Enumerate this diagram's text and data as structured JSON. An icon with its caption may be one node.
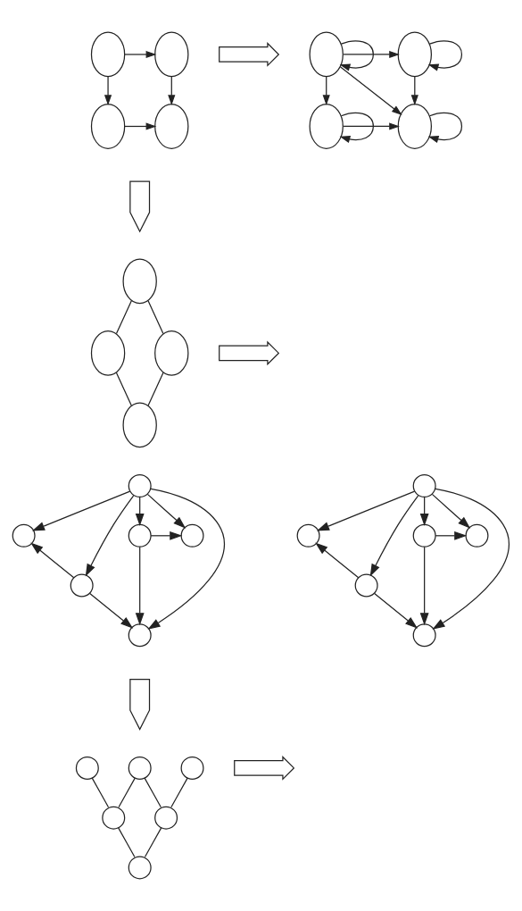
{
  "diagram": {
    "nodes": [
      {
        "text": [],
        "shape": "circle"
      },
      {
        "text": [],
        "shape": "circle"
      },
      {
        "text": [],
        "shape": "circle"
      },
      {
        "text": [],
        "shape": "circle"
      },
      {
        "text": [],
        "shape": "arrow"
      },
      {
        "text": [],
        "shape": "circle"
      },
      {
        "text": [],
        "shape": "circle"
      },
      {
        "text": [],
        "shape": "circle"
      },
      {
        "text": [],
        "shape": "circle"
      },
      {
        "text": [],
        "shape": "arrow"
      },
      {
        "text": [],
        "shape": "circle"
      },
      {
        "text": [],
        "shape": "circle"
      },
      {
        "text": [],
        "shape": "circle"
      },
      {
        "text": [],
        "shape": "circle"
      },
      {
        "text": [],
        "shape": "arrow"
      },
      {
        "text": [],
        "shape": "circle"
      },
      {
        "text": [],
        "shape": "circle"
      },
      {
        "text": [],
        "shape": "circle"
      },
      {
        "text": [],
        "shape": "circle"
      },
      {
        "text": [],
        "shape": "circle"
      },
      {
        "text": [],
        "shape": "circle"
      },
      {
        "text": [],
        "shape": "circle"
      },
      {
        "text": [],
        "shape": "circle"
      },
      {
        "text": [],
        "shape": "circle"
      },
      {
        "text": [],
        "shape": "circle"
      },
      {
        "text": [],
        "shape": "circle"
      },
      {
        "text": [],
        "shape": "circle"
      },
      {
        "text": [],
        "shape": "arrow"
      },
      {
        "text": [],
        "shape": "circle"
      },
      {
        "text": [],
        "shape": "circle"
      },
      {
        "text": [],
        "shape": "circle"
      },
      {
        "text": [],
        "shape": "circle"
      },
      {
        "text": [],
        "shape": "circle"
      },
      {
        "text": [],
        "shape": "circle"
      },
      {
        "text": [],
        "shape": "arrow"
      }
    ],
    "edges": [
      {
        "from": 0,
        "to": 1,
        "arrow": "to"
      },
      {
        "from": 0,
        "to": 2,
        "arrow": "to"
      },
      {
        "from": 1,
        "to": 3,
        "arrow": "to"
      },
      {
        "from": 2,
        "to": 3,
        "arrow": "to"
      },
      {
        "from": 5,
        "to": 5,
        "arrow": "to"
      },
      {
        "from": 6,
        "to": 6,
        "arrow": "to"
      },
      {
        "from": 5,
        "to": 6,
        "arrow": "to"
      },
      {
        "from": 5,
        "to": 7,
        "arrow": "to"
      },
      {
        "from": 5,
        "to": 8,
        "arrow": "to"
      },
      {
        "from": 6,
        "to": 8,
        "arrow": "to"
      },
      {
        "from": 7,
        "to": 8,
        "arrow": "to"
      },
      {
        "from": 7,
        "to": 7,
        "arrow": "to"
      },
      {
        "from": 8,
        "to": 8,
        "arrow": "to"
      },
      {
        "from": 10,
        "to": 11,
        "arrow": "none"
      },
      {
        "from": 10,
        "to": 12,
        "arrow": "none"
      },
      {
        "from": 11,
        "to": 13,
        "arrow": "none"
      },
      {
        "from": 12,
        "to": 13,
        "arrow": "none"
      },
      {
        "from": 16,
        "to": 15,
        "arrow": "to"
      },
      {
        "from": 16,
        "to": 17,
        "arrow": "to"
      },
      {
        "from": 16,
        "to": 18,
        "arrow": "to"
      },
      {
        "from": 16,
        "to": 19,
        "arrow": "to"
      },
      {
        "from": 16,
        "to": 20,
        "arrow": "to"
      },
      {
        "from": 18,
        "to": 17,
        "arrow": "to"
      },
      {
        "from": 18,
        "to": 20,
        "arrow": "to"
      },
      {
        "from": 19,
        "to": 15,
        "arrow": "to"
      },
      {
        "from": 19,
        "to": 20,
        "arrow": "to"
      },
      {
        "from": 22,
        "to": 21,
        "arrow": "to"
      },
      {
        "from": 22,
        "to": 23,
        "arrow": "to"
      },
      {
        "from": 22,
        "to": 24,
        "arrow": "to"
      },
      {
        "from": 22,
        "to": 25,
        "arrow": "to"
      },
      {
        "from": 22,
        "to": 26,
        "arrow": "to"
      },
      {
        "from": 24,
        "to": 23,
        "arrow": "to"
      },
      {
        "from": 24,
        "to": 26,
        "arrow": "to"
      },
      {
        "from": 25,
        "to": 21,
        "arrow": "to"
      },
      {
        "from": 25,
        "to": 26,
        "arrow": "to"
      },
      {
        "from": 28,
        "to": 31,
        "arrow": "none"
      },
      {
        "from": 29,
        "to": 31,
        "arrow": "none"
      },
      {
        "from": 29,
        "to": 32,
        "arrow": "none"
      },
      {
        "from": 30,
        "to": 32,
        "arrow": "none"
      },
      {
        "from": 31,
        "to": 33,
        "arrow": "none"
      },
      {
        "from": 32,
        "to": 33,
        "arrow": "none"
      }
    ]
  }
}
